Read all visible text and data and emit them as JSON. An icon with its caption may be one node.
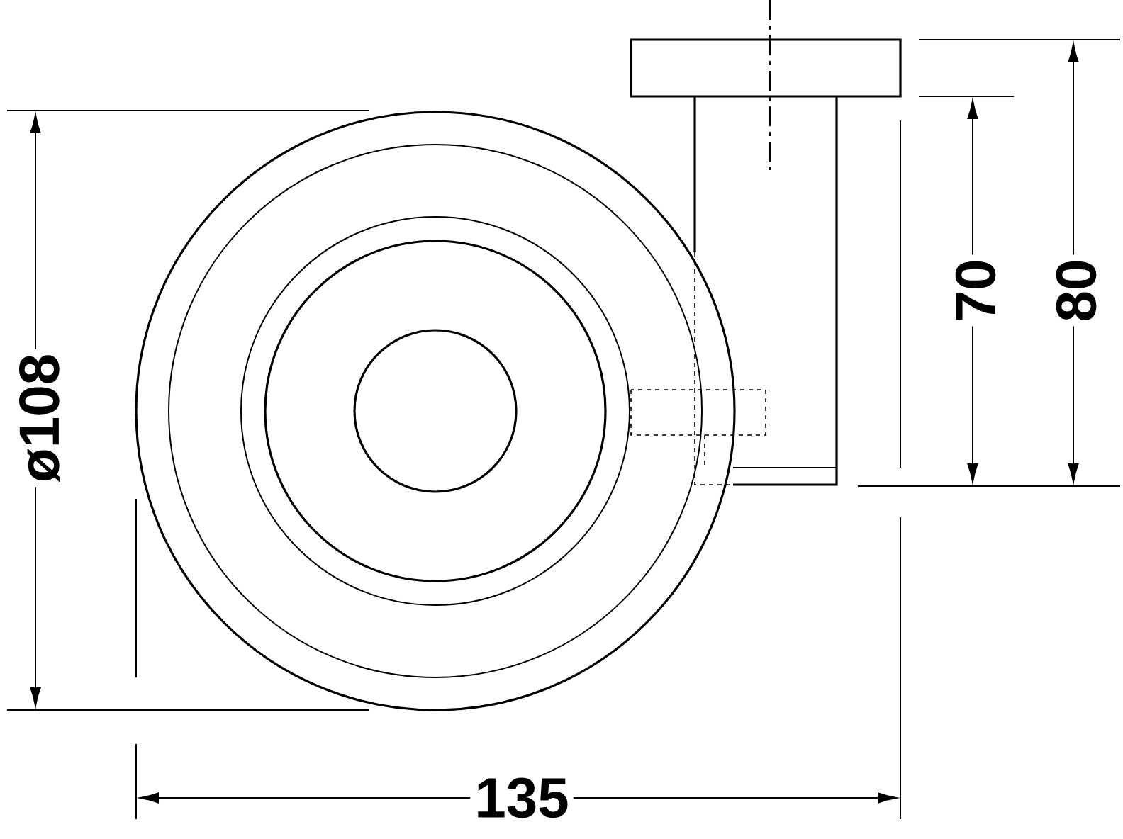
{
  "diagram": {
    "labels": [
      "ø108",
      "70",
      "80",
      "135"
    ]
  }
}
